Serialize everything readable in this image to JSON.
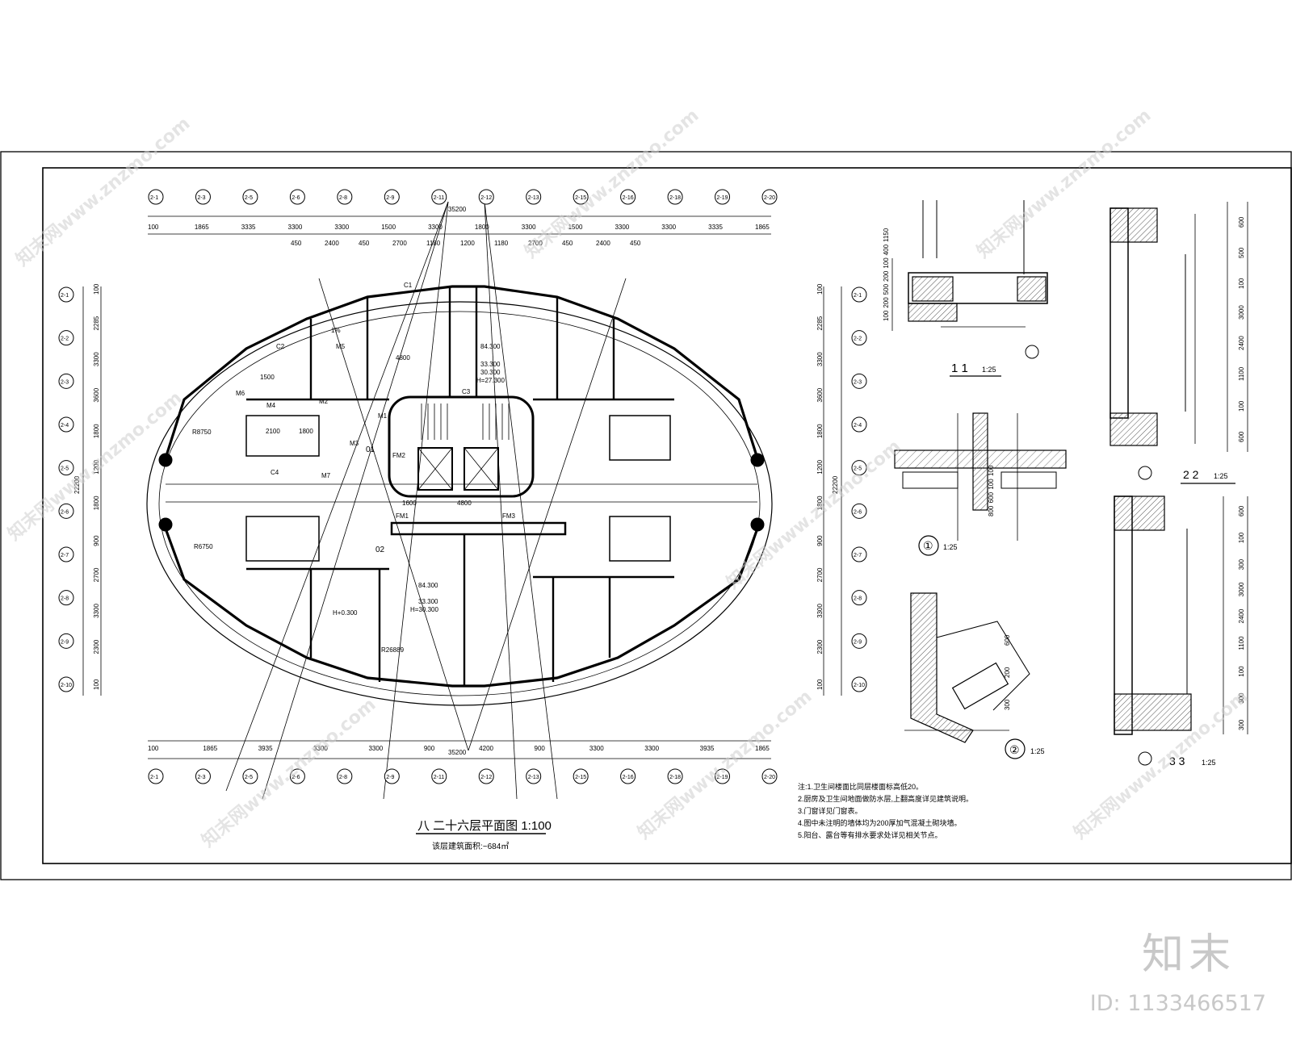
{
  "drawing": {
    "plan_title": "八 二十六层平面图 1:100",
    "plan_subtitle": "该层建筑面积:~684㎡",
    "notes": [
      "注:1.卫生间楼面比同层楼面标高低20。",
      "  2.厨房及卫生间地面做防水层,上翻高度详见建筑说明。",
      "  3.门窗详见门窗表。",
      "  4.图中未注明的墙体均为200厚加气混凝土砌块墙。",
      "  5.阳台、露台等有排水要求处详见相关节点。"
    ],
    "section_1_label": "1 1",
    "section_1_scale": "1:25",
    "section_2_label": "2 2",
    "section_2_scale": "1:25",
    "section_3_label": "3 3",
    "section_3_scale": "1:25",
    "detail_1_label": "①",
    "detail_1_scale": "1:25",
    "detail_2_label": "②",
    "detail_2_scale": "1:25"
  },
  "dims": {
    "top_row": [
      "100",
      "1865",
      "3335",
      "3300",
      "3300",
      "1500",
      "3300",
      "1800",
      "3300",
      "1500",
      "3300",
      "3300",
      "3335",
      "1865"
    ],
    "top_total": "35200",
    "top_row2": [
      "450",
      "2400",
      "450",
      "2700",
      "1180",
      "1200",
      "1180",
      "2700",
      "450",
      "2400",
      "450"
    ],
    "bottom_row": [
      "100",
      "1865",
      "3935",
      "3300",
      "3300",
      "900",
      "4200",
      "900",
      "3300",
      "3300",
      "3935",
      "1865"
    ],
    "bottom_total": "35200",
    "left_col": [
      "100",
      "2285",
      "3300",
      "3600",
      "1800",
      "1200",
      "1800",
      "900",
      "2700",
      "3300",
      "2300",
      "100"
    ],
    "left_total": "22200",
    "right_col": [
      "100",
      "2285",
      "3300",
      "3600",
      "1800",
      "1200",
      "1800",
      "900",
      "2700",
      "3300",
      "2300",
      "100"
    ],
    "right_total": "22200"
  },
  "axes": {
    "top": [
      "2-1",
      "2-3",
      "2-5",
      "2-6",
      "2-8",
      "2-9",
      "2-11",
      "2-12",
      "2-13",
      "2-15",
      "2-16",
      "2-18",
      "2-19",
      "2-20"
    ],
    "left": [
      "2-1",
      "2-2",
      "2-3",
      "2-4",
      "2-5",
      "2-6",
      "2-7",
      "2-8",
      "2-9",
      "2-10"
    ]
  },
  "rooms": {
    "labels": [
      "M1",
      "M2",
      "M3",
      "M4",
      "M5",
      "M6",
      "M7",
      "C1",
      "C2",
      "C3",
      "C4",
      "FM1",
      "FM2",
      "FM3",
      "01",
      "02",
      "1%",
      "R8750",
      "R6750",
      "R26889"
    ],
    "elev_top": "84.300",
    "elev_mid1": "33.300",
    "elev_mid2": "30.300",
    "elev_h": "H=27.300",
    "elev_b1": "84.300",
    "elev_b2": "33.300",
    "elev_b3": "H=30.300",
    "elev_hb": "H+0.300",
    "center_dim": "4800",
    "stair_dim": "1600",
    "room_dim_a": "2100",
    "room_dim_b": "1800",
    "room_dim_c": "1500"
  },
  "details": {
    "s1_dims": [
      "1150",
      "400",
      "100",
      "200",
      "500",
      "200",
      "100"
    ],
    "s2_dims": [
      "600",
      "500",
      "100",
      "3000",
      "2400",
      "1100",
      "100",
      "600"
    ],
    "s3_dims": [
      "600",
      "100",
      "300",
      "3000",
      "2400",
      "1100",
      "100",
      "300",
      "300"
    ],
    "d1_dims": [
      "100",
      "100",
      "600",
      "800"
    ],
    "d2_dims": [
      "600",
      "200",
      "300"
    ]
  },
  "watermark": {
    "text": "知末网www.znzmo.com",
    "logo": "知末",
    "id": "ID: 1133466517"
  },
  "colors": {
    "ink": "#000000",
    "paper": "#ffffff",
    "watermark": "#c8c8c8",
    "hatch": "#555555"
  }
}
